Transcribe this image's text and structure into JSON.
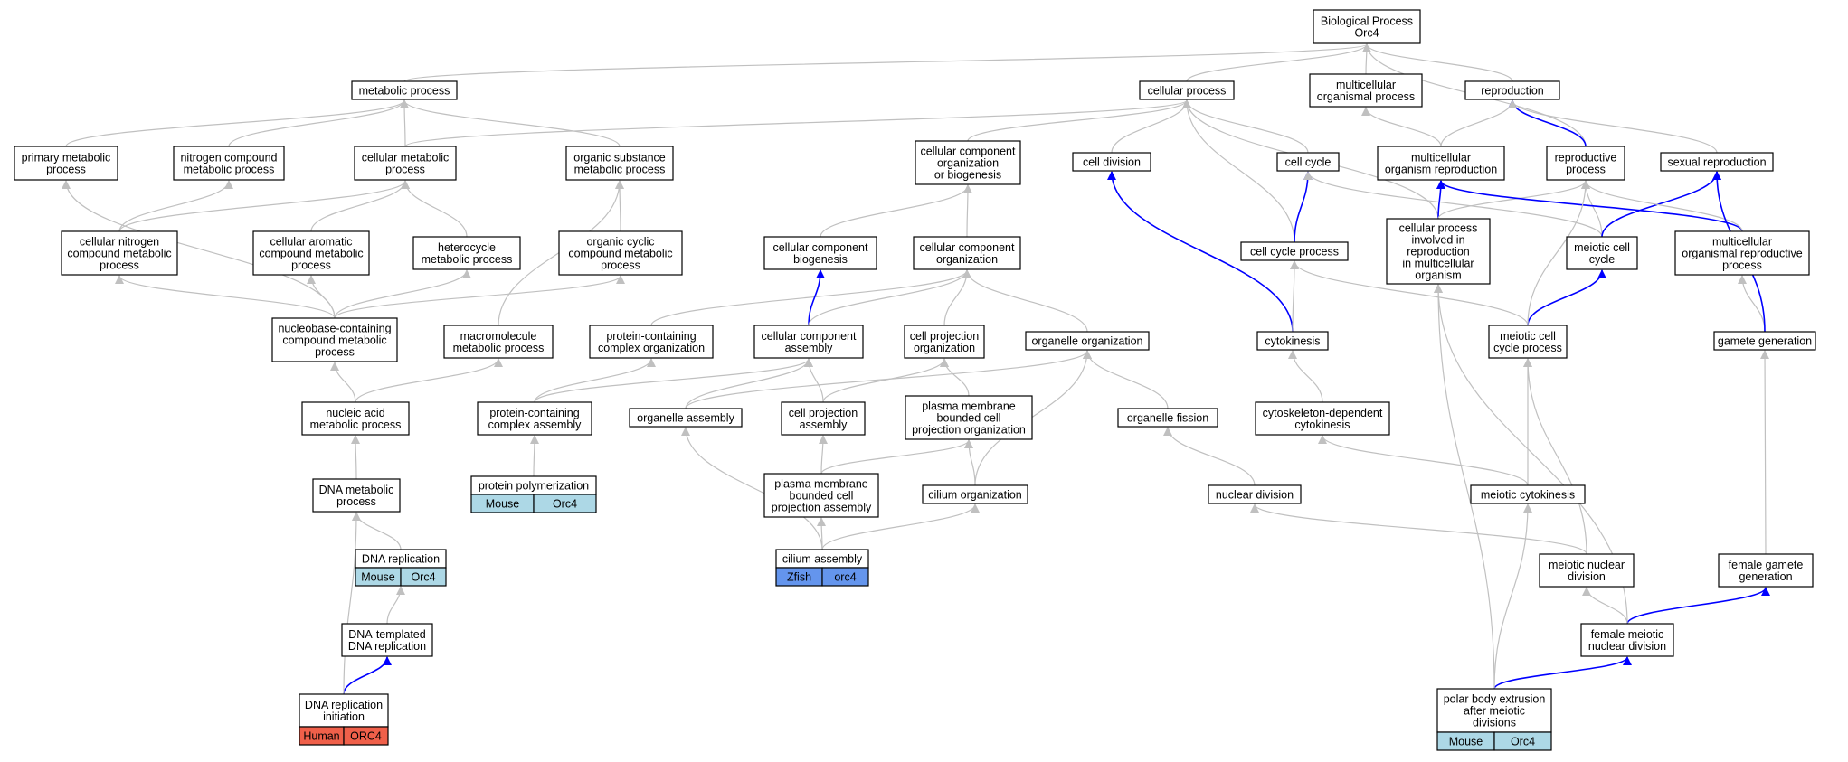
{
  "nodes": {
    "bp": [
      "Biological Process",
      "Orc4"
    ],
    "metabolic": [
      "metabolic process"
    ],
    "cellular": [
      "cellular process"
    ],
    "multicellular_org": [
      "multicellular",
      "organismal process"
    ],
    "reproduction": [
      "reproduction"
    ],
    "primary_metabolic": [
      "primary metabolic",
      "process"
    ],
    "nitrogen_compound": [
      "nitrogen compound",
      "metabolic process"
    ],
    "cellular_metabolic": [
      "cellular metabolic",
      "process"
    ],
    "organic_substance": [
      "organic substance",
      "metabolic process"
    ],
    "cc_org_biogenesis": [
      "cellular component",
      "organization",
      "or biogenesis"
    ],
    "cell_division": [
      "cell division"
    ],
    "cell_cycle": [
      "cell cycle"
    ],
    "multicellular_repro": [
      "multicellular",
      "organism reproduction"
    ],
    "reproductive": [
      "reproductive",
      "process"
    ],
    "sexual_repro": [
      "sexual reproduction"
    ],
    "cellular_nitrogen": [
      "cellular nitrogen",
      "compound metabolic",
      "process"
    ],
    "cellular_aromatic": [
      "cellular aromatic",
      "compound metabolic",
      "process"
    ],
    "heterocycle": [
      "heterocycle",
      "metabolic process"
    ],
    "organic_cyclic": [
      "organic cyclic",
      "compound metabolic",
      "process"
    ],
    "cc_biogenesis": [
      "cellular component",
      "biogenesis"
    ],
    "cc_organization": [
      "cellular component",
      "organization"
    ],
    "cell_cycle_process": [
      "cell cycle process"
    ],
    "cp_repro_multi": [
      "cellular process",
      "involved in",
      "reproduction",
      "in multicellular",
      "organism"
    ],
    "meiotic_cell_cycle": [
      "meiotic cell",
      "cycle"
    ],
    "multi_org_repro_process": [
      "multicellular",
      "organismal reproductive",
      "process"
    ],
    "nucleobase": [
      "nucleobase-containing",
      "compound metabolic",
      "process"
    ],
    "macromolecule": [
      "macromolecule",
      "metabolic process"
    ],
    "pc_complex_org": [
      "protein-containing",
      "complex organization"
    ],
    "cc_assembly": [
      "cellular component",
      "assembly"
    ],
    "cell_proj_org": [
      "cell projection",
      "organization"
    ],
    "organelle_org": [
      "organelle organization"
    ],
    "cytokinesis": [
      "cytokinesis"
    ],
    "meiotic_cc_process": [
      "meiotic cell",
      "cycle process"
    ],
    "gamete_gen": [
      "gamete generation"
    ],
    "nucleic_acid": [
      "nucleic acid",
      "metabolic process"
    ],
    "pc_complex_assembly": [
      "protein-containing",
      "complex assembly"
    ],
    "organelle_assembly": [
      "organelle assembly"
    ],
    "cell_proj_assembly": [
      "cell projection",
      "assembly"
    ],
    "pm_bounded_proj_org": [
      "plasma membrane",
      "bounded cell",
      "projection organization"
    ],
    "organelle_fission": [
      "organelle fission"
    ],
    "cytoskeleton_cytokinesis": [
      "cytoskeleton-dependent",
      "cytokinesis"
    ],
    "protein_polymerization": [
      "protein polymerization"
    ],
    "dna_metabolic": [
      "DNA metabolic",
      "process"
    ],
    "pm_bounded_proj_assembly": [
      "plasma membrane",
      "bounded cell",
      "projection assembly"
    ],
    "cilium_org": [
      "cilium organization"
    ],
    "nuclear_division": [
      "nuclear division"
    ],
    "meiotic_cytokinesis": [
      "meiotic cytokinesis"
    ],
    "dna_replication": [
      "DNA replication"
    ],
    "cilium_assembly": [
      "cilium assembly"
    ],
    "meiotic_nuclear_div": [
      "meiotic nuclear",
      "division"
    ],
    "female_gamete_gen": [
      "female gamete",
      "generation"
    ],
    "dna_templated": [
      "DNA-templated",
      "DNA replication"
    ],
    "female_meiotic_nuc": [
      "female meiotic",
      "nuclear division"
    ],
    "dna_rep_initiation": [
      "DNA replication",
      "initiation"
    ],
    "polar_body": [
      "polar body extrusion",
      "after meiotic",
      "divisions"
    ]
  },
  "annotations": {
    "protein_polymerization": [
      "Mouse",
      "Orc4"
    ],
    "dna_replication": [
      "Mouse",
      "Orc4"
    ],
    "cilium_assembly": [
      "Zfish",
      "orc4"
    ],
    "dna_rep_initiation": [
      "Human",
      "ORC4"
    ],
    "polar_body": [
      "Mouse",
      "Orc4"
    ]
  },
  "colors": {
    "edge_default": "#c0c0c0",
    "edge_highlight": "#0000ff",
    "node_border": "#000000",
    "mouse_badge": "#add8e6",
    "zfish_badge": "#6495ed",
    "human_badge": "#f0604a"
  }
}
